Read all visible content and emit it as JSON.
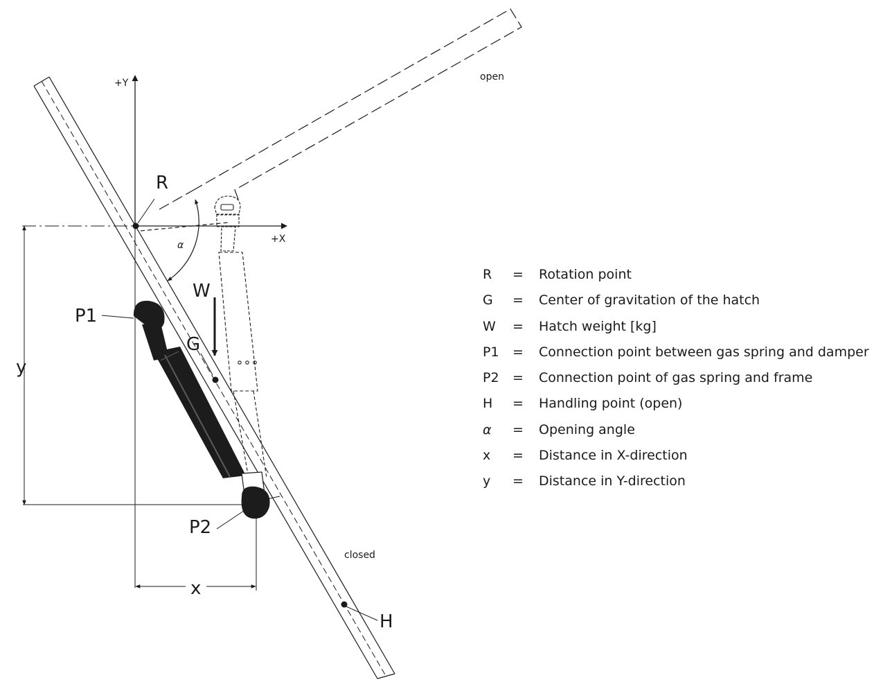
{
  "labels": {
    "plus_y": "+Y",
    "plus_x": "+X",
    "rotation": "R",
    "angle": "α",
    "weight": "W",
    "gravity": "G",
    "p1": "P1",
    "p2": "P2",
    "dist_y": "y",
    "dist_x": "x",
    "handling": "H",
    "open": "open",
    "closed": "closed"
  },
  "legend": [
    {
      "symbol": "R",
      "eq": "=",
      "description": "Rotation point"
    },
    {
      "symbol": "G",
      "eq": "=",
      "description": "Center of gravitation of the hatch"
    },
    {
      "symbol": "W",
      "eq": "=",
      "description": "Hatch weight [kg]"
    },
    {
      "symbol": "P1",
      "eq": "=",
      "description": "Connection point between gas spring and damper"
    },
    {
      "symbol": "P2",
      "eq": "=",
      "description": "Connection point of gas spring and frame"
    },
    {
      "symbol": "H",
      "eq": "=",
      "description": "Handling point (open)"
    },
    {
      "symbol": "α",
      "eq": "=",
      "description": "Opening angle"
    },
    {
      "symbol": "x",
      "eq": "=",
      "description": "Distance in X-direction"
    },
    {
      "symbol": "y",
      "eq": "=",
      "description": "Distance in Y-direction"
    }
  ],
  "colors": {
    "line": "#1a1a1a",
    "spring_dark": "#1c1c1c",
    "spring_highlight": "#5a5a5a"
  }
}
